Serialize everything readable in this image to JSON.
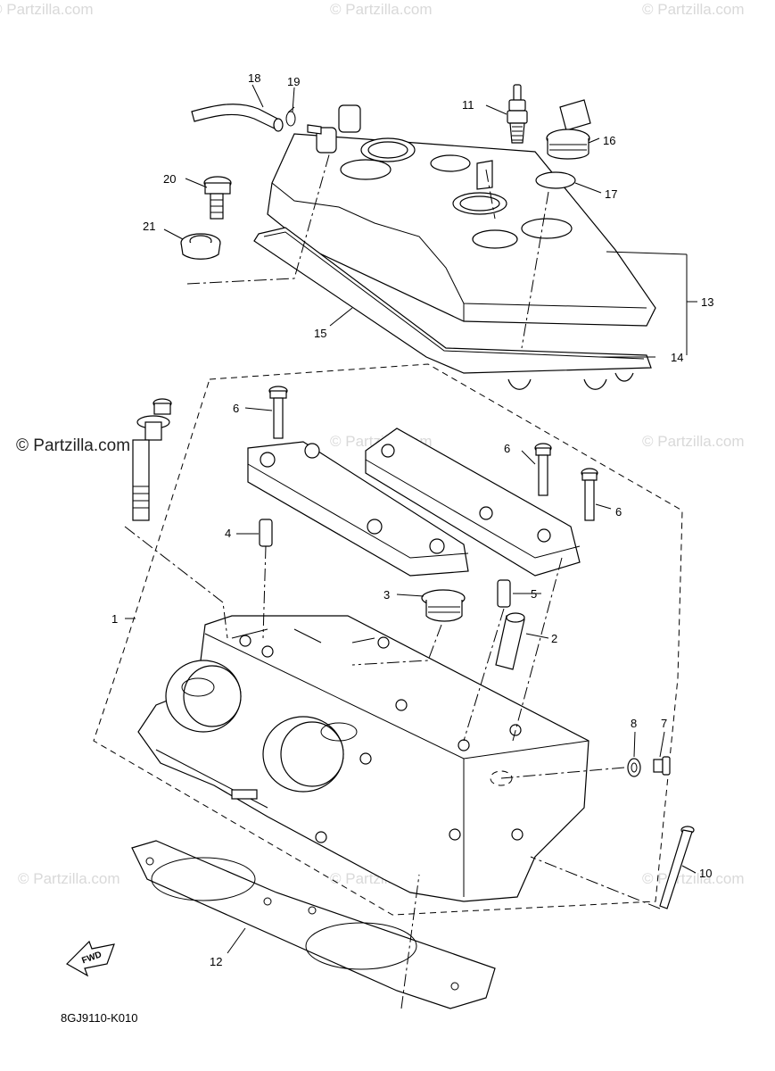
{
  "watermarks": {
    "text": "© Partzilla.com",
    "top_left": "© Partzilla.com",
    "top_center": "© Partzilla.com",
    "top_right": "© Partzilla.com",
    "mid_left": "© Partzilla.com",
    "mid_center": "© Partzilla.com",
    "mid_right": "© Partzilla.com",
    "bottom_left": "© Partzilla.com",
    "bottom_center": "© Partzilla.com",
    "bottom_right": "© Partzilla.com"
  },
  "diagram_code": "8GJ9110-K010",
  "fwd_label": "FWD",
  "callouts": {
    "c1": "1",
    "c2": "2",
    "c3": "3",
    "c4": "4",
    "c5": "5",
    "c6a": "6",
    "c6b": "6",
    "c6c": "6",
    "c7": "7",
    "c8": "8",
    "c10": "10",
    "c11": "11",
    "c12": "12",
    "c13": "13",
    "c14": "14",
    "c15": "15",
    "c16": "16",
    "c17": "17",
    "c18": "18",
    "c19": "19",
    "c20": "20",
    "c21": "21"
  }
}
